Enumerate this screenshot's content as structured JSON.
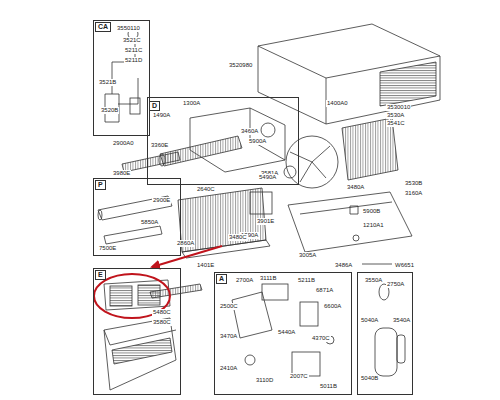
{
  "diagram": {
    "nodes": [
      {
        "text": [
          "CA",
          "3550110",
          "3521C",
          "5211C",
          "5211D",
          "3521B",
          "3520B"
        ]
      },
      {
        "text": [
          "D",
          "1300A",
          "1490A",
          "3360E",
          "3460A",
          "5900A",
          "3581A"
        ]
      },
      {
        "text": [
          "P",
          "2900E",
          "5850A",
          "7500E"
        ]
      },
      {
        "text": [
          "E",
          "5480C",
          "3580C"
        ]
      },
      {
        "text": [
          "A",
          "2700A",
          "3111B",
          "5211B",
          "6871A",
          "2500C",
          "6600A",
          "5440A",
          "3470A",
          "4370C",
          "2410A",
          "3110D",
          "2007C",
          "5011B"
        ]
      },
      {
        "text": [
          "3550A",
          "2750A",
          "5040A",
          "3540A",
          "5040B"
        ]
      }
    ],
    "labels": [
      "3520980",
      "1400A0",
      "3530010",
      "3530A",
      "3541C",
      "2900A0",
      "3980E",
      "5490A",
      "3530B",
      "3160A",
      "3480A",
      "5900B",
      "1210A1",
      "2640C",
      "3901E",
      "1390A",
      "1401E",
      "2860A",
      "3480C",
      "3005A",
      "3486A",
      "W6651"
    ]
  }
}
